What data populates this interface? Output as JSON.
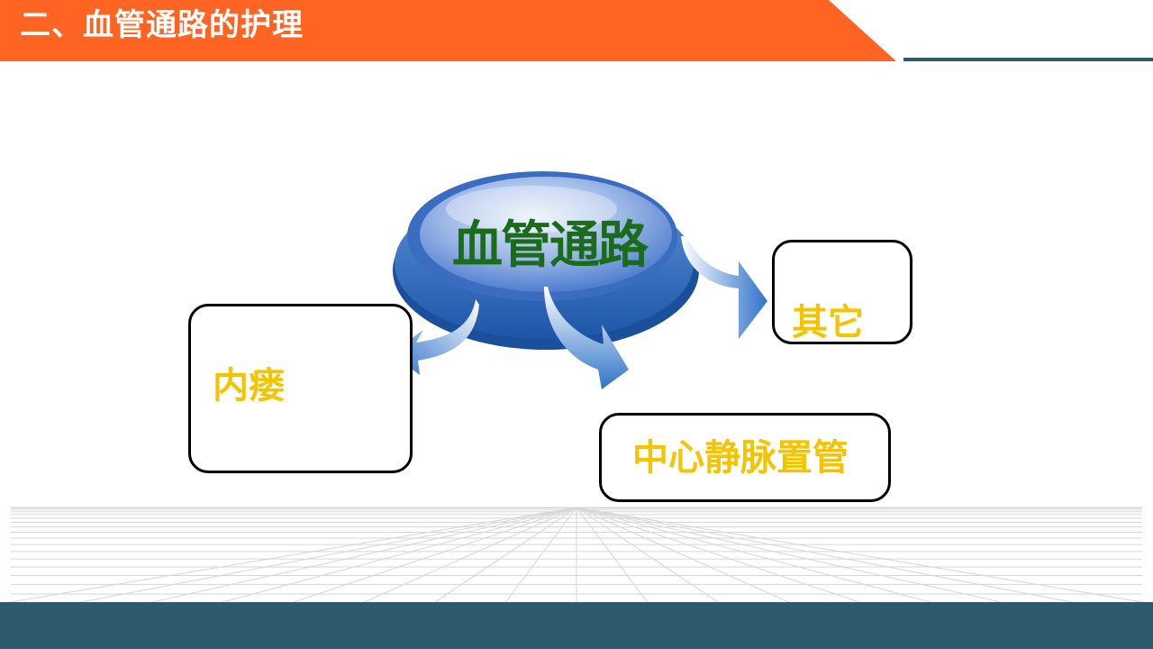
{
  "header": {
    "title": "二、血管通路的护理",
    "bar_color": "#ff6423",
    "line_color": "#2e5a6f"
  },
  "diagram": {
    "hub": {
      "label": "血管通路"
    },
    "branches": [
      {
        "label": "内瘘"
      },
      {
        "label": "中心静脉置管"
      },
      {
        "label": "其它"
      }
    ],
    "branch_text_color": "#f5c400",
    "hub_text_color": "#1a6b1a",
    "arrow_color": "#3d7fce"
  },
  "footer": {
    "bar_color": "#2e5a6f"
  }
}
